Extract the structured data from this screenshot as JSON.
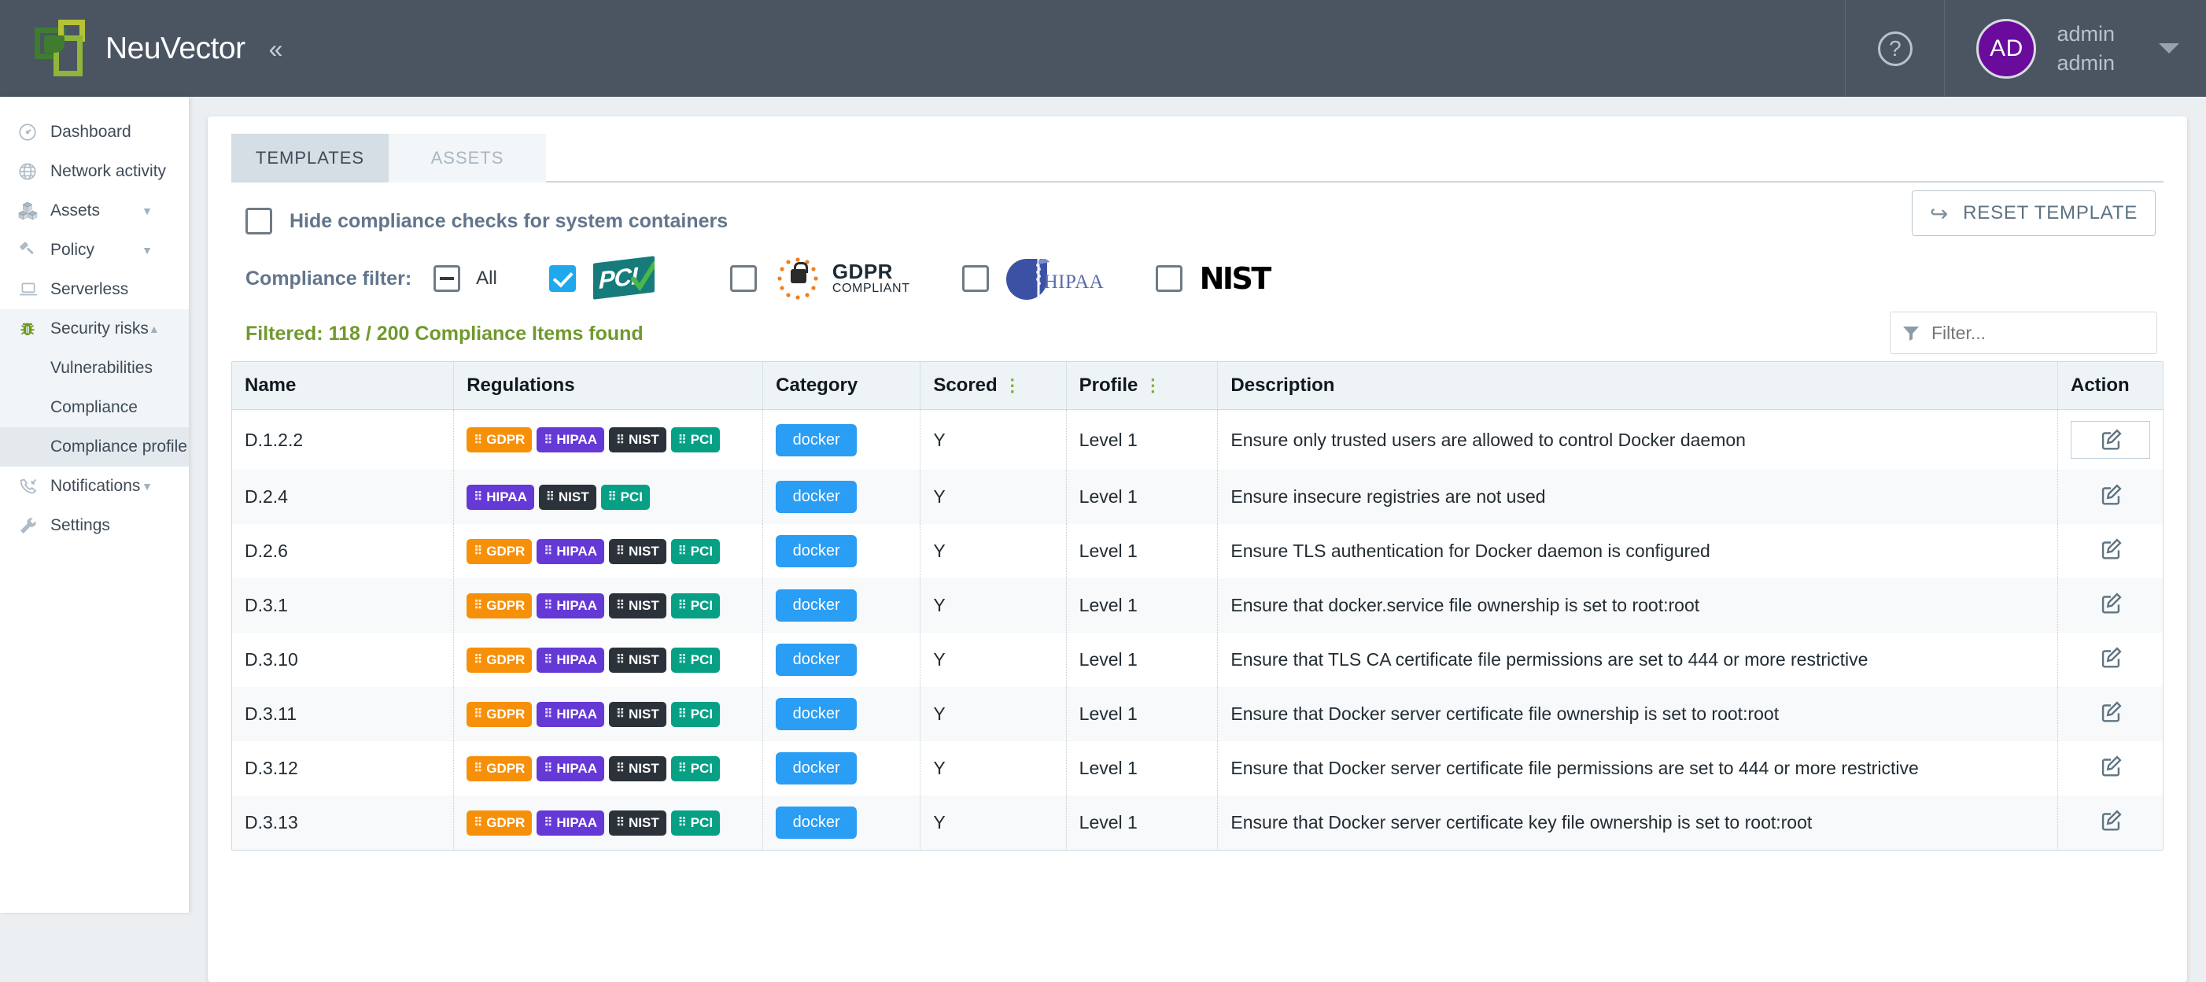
{
  "header": {
    "brand": "NeuVector",
    "collapse_icon": "chevron-double-left",
    "help_icon": "question-mark",
    "avatar_initials": "AD",
    "user_line1": "admin",
    "user_line2": "admin"
  },
  "sidebar": {
    "items": [
      {
        "label": "Dashboard",
        "icon": "gauge-icon",
        "expandable": false
      },
      {
        "label": "Network activity",
        "icon": "globe-icon",
        "expandable": false
      },
      {
        "label": "Assets",
        "icon": "boxes-icon",
        "expandable": true
      },
      {
        "label": "Policy",
        "icon": "gavel-icon",
        "expandable": true
      },
      {
        "label": "Serverless",
        "icon": "laptop-icon",
        "expandable": false
      },
      {
        "label": "Security risks",
        "icon": "bug-icon",
        "expandable": true,
        "expanded": true
      },
      {
        "label": "Notifications",
        "icon": "phone-incoming-icon",
        "expandable": true
      },
      {
        "label": "Settings",
        "icon": "wrench-icon",
        "expandable": false
      }
    ],
    "subitems": [
      {
        "label": "Vulnerabilities",
        "selected": false
      },
      {
        "label": "Compliance",
        "selected": false
      },
      {
        "label": "Compliance profile",
        "selected": true
      }
    ]
  },
  "main": {
    "tabs": [
      {
        "label": "TEMPLATES",
        "active": true
      },
      {
        "label": "ASSETS",
        "active": false
      }
    ],
    "hide_system_checkbox": {
      "label": "Hide compliance checks for system containers",
      "checked": false
    },
    "reset_button": {
      "label": "RESET TEMPLATE",
      "icon": "undo-icon"
    },
    "compliance_filter": {
      "title": "Compliance filter:",
      "options": [
        {
          "key": "all",
          "label": "All",
          "state": "indeterminate",
          "logo": "none"
        },
        {
          "key": "pci",
          "label": "PCI",
          "state": "checked",
          "logo": "pci-logo"
        },
        {
          "key": "gdpr",
          "label": "GDPR COMPLIANT",
          "state": "unchecked",
          "logo": "gdpr-logo"
        },
        {
          "key": "hipaa",
          "label": "HIPAA",
          "state": "unchecked",
          "logo": "hipaa-logo"
        },
        {
          "key": "nist",
          "label": "NIST",
          "state": "unchecked",
          "logo": "nist-logo"
        }
      ],
      "gdpr_line1": "GDPR",
      "gdpr_line2": "COMPLIANT",
      "hipaa_text": "HIPAA",
      "nist_text": "NIST"
    },
    "filtered_text": "Filtered: 118 / 200 Compliance Items found",
    "filter_input": {
      "placeholder": "Filter...",
      "value": "",
      "icon": "funnel-icon"
    },
    "table": {
      "columns": [
        {
          "label": "Name",
          "info": false
        },
        {
          "label": "Regulations",
          "info": false
        },
        {
          "label": "Category",
          "info": false
        },
        {
          "label": "Scored",
          "info": true
        },
        {
          "label": "Profile",
          "info": true
        },
        {
          "label": "Description",
          "info": false
        },
        {
          "label": "Action",
          "info": false
        }
      ],
      "rows": [
        {
          "name": "D.1.2.2",
          "regulations": [
            "GDPR",
            "HIPAA",
            "NIST",
            "PCI"
          ],
          "category": "docker",
          "scored": "Y",
          "profile": "Level 1",
          "description": "Ensure only trusted users are allowed to control Docker daemon"
        },
        {
          "name": "D.2.4",
          "regulations": [
            "HIPAA",
            "NIST",
            "PCI"
          ],
          "category": "docker",
          "scored": "Y",
          "profile": "Level 1",
          "description": "Ensure insecure registries are not used"
        },
        {
          "name": "D.2.6",
          "regulations": [
            "GDPR",
            "HIPAA",
            "NIST",
            "PCI"
          ],
          "category": "docker",
          "scored": "Y",
          "profile": "Level 1",
          "description": "Ensure TLS authentication for Docker daemon is configured"
        },
        {
          "name": "D.3.1",
          "regulations": [
            "GDPR",
            "HIPAA",
            "NIST",
            "PCI"
          ],
          "category": "docker",
          "scored": "Y",
          "profile": "Level 1",
          "description": "Ensure that docker.service file ownership is set to root:root"
        },
        {
          "name": "D.3.10",
          "regulations": [
            "GDPR",
            "HIPAA",
            "NIST",
            "PCI"
          ],
          "category": "docker",
          "scored": "Y",
          "profile": "Level 1",
          "description": "Ensure that TLS CA certificate file permissions are set to 444 or more restrictive"
        },
        {
          "name": "D.3.11",
          "regulations": [
            "GDPR",
            "HIPAA",
            "NIST",
            "PCI"
          ],
          "category": "docker",
          "scored": "Y",
          "profile": "Level 1",
          "description": "Ensure that Docker server certificate file ownership is set to root:root"
        },
        {
          "name": "D.3.12",
          "regulations": [
            "GDPR",
            "HIPAA",
            "NIST",
            "PCI"
          ],
          "category": "docker",
          "scored": "Y",
          "profile": "Level 1",
          "description": "Ensure that Docker server certificate file permissions are set to 444 or more restrictive"
        },
        {
          "name": "D.3.13",
          "regulations": [
            "GDPR",
            "HIPAA",
            "NIST",
            "PCI"
          ],
          "category": "docker",
          "scored": "Y",
          "profile": "Level 1",
          "description": "Ensure that Docker server certificate key file ownership is set to root:root"
        }
      ],
      "action_icon": "edit-pencil-icon"
    }
  },
  "colors": {
    "topbar": "#4a5561",
    "accent_green": "#70992e",
    "badge_gdpr": "#f79009",
    "badge_hipaa": "#6539d6",
    "badge_nist": "#2b323a",
    "badge_pci": "#07a085",
    "chip_docker": "#2a9df4",
    "checkbox_checked": "#1fa8ec",
    "avatar": "#6a0b9c"
  }
}
